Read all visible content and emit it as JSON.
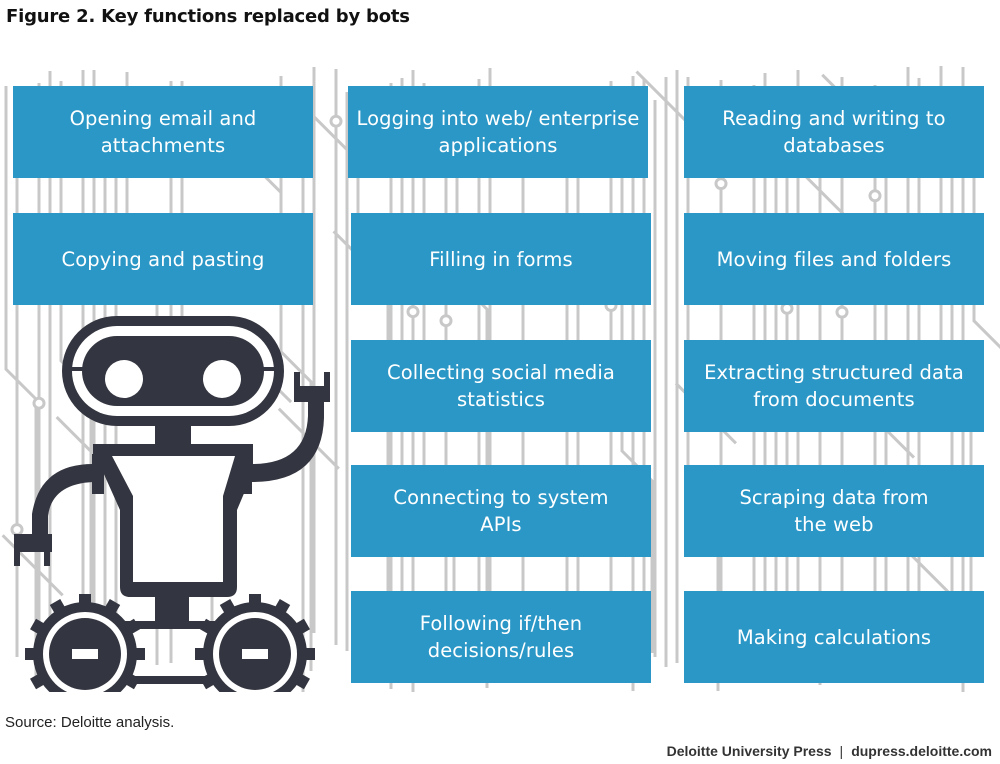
{
  "title": "Figure 2. Key functions replaced by bots",
  "colors": {
    "box_fill": "#2a97c6",
    "box_text": "#ffffff",
    "robot": "#333540",
    "circuit": "#c8c8c8"
  },
  "illustration": {
    "robot_icon": "robot-icon",
    "background": "circuit-board-pattern"
  },
  "functions": [
    {
      "label": "Opening email and attachments"
    },
    {
      "label": "Logging into web/ enterprise applications"
    },
    {
      "label": "Reading and writing to databases"
    },
    {
      "label": "Copying and pasting"
    },
    {
      "label": "Filling in forms"
    },
    {
      "label": "Moving files and folders"
    },
    {
      "label": "Collecting social media statistics"
    },
    {
      "label": "Extracting structured data from documents"
    },
    {
      "label": "Connecting to system APIs"
    },
    {
      "label": "Scraping data from the web"
    },
    {
      "label": "Following if/then decisions/rules"
    },
    {
      "label": "Making calculations"
    }
  ],
  "footer": {
    "source": "Source: Deloitte analysis.",
    "publisher": "Deloitte University Press",
    "separator": "|",
    "site": "dupress.deloitte.com"
  }
}
